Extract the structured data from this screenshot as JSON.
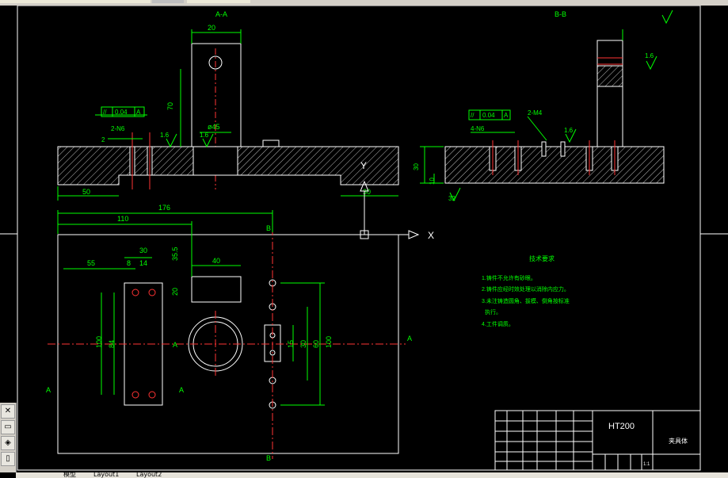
{
  "sections": {
    "aa": "A-A",
    "bb": "B-B"
  },
  "marks": {
    "a": "A",
    "b": "B",
    "x": "X",
    "y": "Y"
  },
  "dims": {
    "d20": "20",
    "d70": "70",
    "d45": "ø45",
    "d2": "2",
    "d2n6": "2-N6",
    "tol": "//",
    "tol_val": "0.04",
    "rough16": "1.6",
    "d50": "50",
    "d30": "30",
    "d10": "10",
    "d2m4": "2-M4",
    "d4n6": "4-N6",
    "d176": "176",
    "d110": "110",
    "d55": "55",
    "d8": "8",
    "d14": "14",
    "d40": "40",
    "d35_5": "35.5",
    "d100": "100",
    "d84": "84",
    "d15": "15",
    "d60": "60",
    "d32": "32"
  },
  "notes": {
    "title": "技术要求",
    "items": [
      "1.铸件不允许有砂眼。",
      "2.铸件应经时效处理以消除内应力。",
      "3.未注铸造圆角、拔模、倒角按标准",
      "执行。",
      "4.工件调质。"
    ]
  },
  "titleblock": {
    "material": "HT200",
    "name": "夹具体",
    "scale": "1:1"
  },
  "tabs": [
    "模型",
    "Layout1",
    "Layout2"
  ],
  "colors": {
    "outline": "#ffffff",
    "dim": "#00ff00",
    "center": "#ff3333",
    "hatch": "#cccccc"
  }
}
